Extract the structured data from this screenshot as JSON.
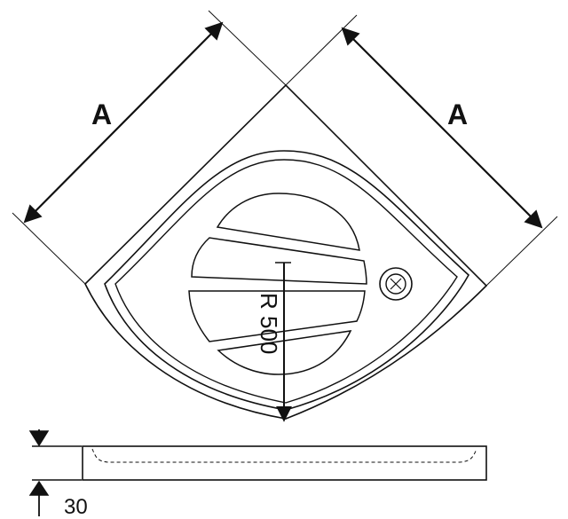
{
  "drawing": {
    "dimension_left_label": "A",
    "dimension_right_label": "A",
    "radius_label": "R 500",
    "height_label": "30"
  },
  "colors": {
    "ink": "#111111",
    "fill": "#ffffff"
  }
}
